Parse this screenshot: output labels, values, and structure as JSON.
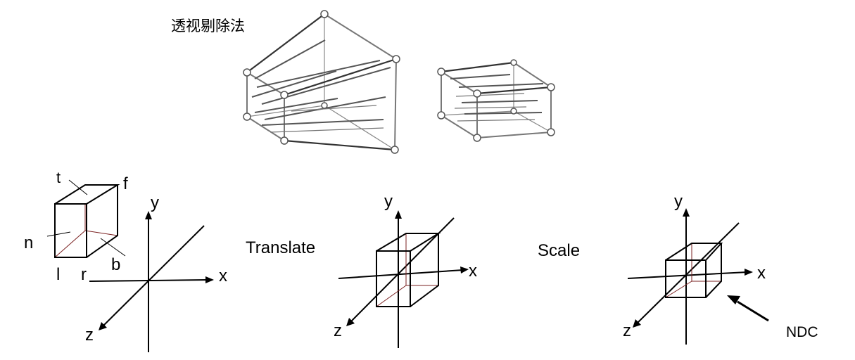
{
  "title": "透视剔除法",
  "frustum_vertex_labels": {
    "t": "t",
    "f": "f",
    "n": "n",
    "b": "b",
    "l": "l",
    "r": "r"
  },
  "axes": {
    "x": "x",
    "y": "y",
    "z": "z"
  },
  "steps": {
    "translate": "Translate",
    "scale": "Scale"
  },
  "ndc_label": "NDC"
}
